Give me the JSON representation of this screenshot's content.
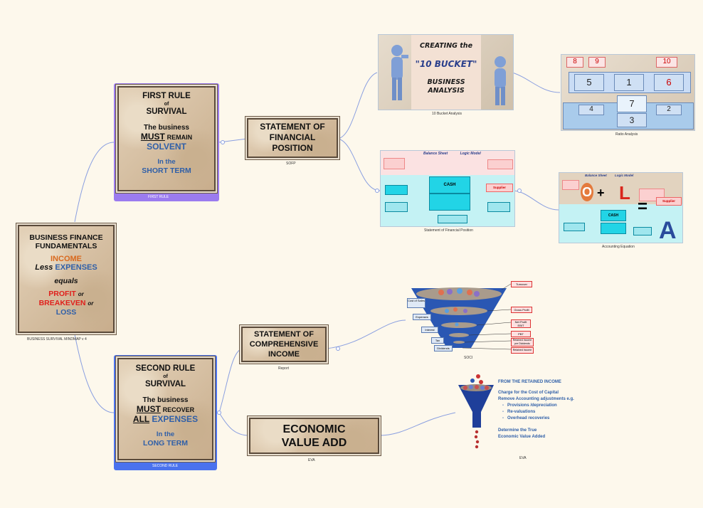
{
  "root": {
    "title1": "BUSINESS FINANCE",
    "title2": "FUNDAMENTALS",
    "income": "INCOME",
    "less": "Less",
    "expenses": "EXPENSES",
    "equals": "equals",
    "profit": "PROFIT",
    "or1": "or",
    "breakeven": "BREAKEVEN",
    "or2": "or",
    "loss": "LOSS",
    "caption": "BUSINESS SURVIVAL MINDMAP  v 4"
  },
  "first_rule": {
    "line1": "FIRST RULE",
    "of": "of",
    "line2": "SURVIVAL",
    "body1": "The business",
    "must": "MUST",
    "remain": "REMAIN",
    "solvent": "SOLVENT",
    "in_the": "In the",
    "term": "SHORT TERM",
    "caption": "FIRST RULE"
  },
  "second_rule": {
    "line1": "SECOND RULE",
    "of": "of",
    "line2": "SURVIVAL",
    "body1": "The business",
    "must": "MUST",
    "recover": "RECOVER",
    "all": "ALL",
    "expenses": "EXPENSES",
    "in_the": "In the",
    "term": "LONG TERM",
    "caption": "SECOND RULE"
  },
  "sofp": {
    "line1": "STATEMENT OF",
    "line2": "FINANCIAL",
    "line3": "POSITION",
    "caption": "SOFP"
  },
  "soci": {
    "line1": "STATEMENT OF",
    "line2": "COMPREHENSIVE",
    "line3": "INCOME",
    "caption": "Report"
  },
  "eva": {
    "line1": "ECONOMIC",
    "line2": "VALUE  ADD",
    "caption": "EVA"
  },
  "bucket_card": {
    "creating": "CREATING the",
    "bucket": "\"10 BUCKET\"",
    "business": "BUSINESS",
    "analysis": "ANALYSIS",
    "caption": "10 Bucket Analysis"
  },
  "ratio_card": {
    "cells": [
      "8",
      "9",
      "10",
      "5",
      "1",
      "6",
      "4",
      "7",
      "2",
      "3"
    ],
    "caption": "Ratio Analysis"
  },
  "sofp_card": {
    "title": "Balance Sheet",
    "subtitle": "Logic Model",
    "cash": "CASH",
    "supplier": "Supplier",
    "caption": "Statement of Financial Position"
  },
  "eq_card": {
    "title": "Balance Sheet",
    "subtitle": "Logic Model",
    "o": "O",
    "plus": "+",
    "l": "L",
    "equals": "=",
    "a": "A",
    "cash": "CASH",
    "supplier": "Supplier",
    "caption": "Accounting Equation"
  },
  "funnel": {
    "left_labels": [
      "Cost of Sales",
      "Expenses",
      "Interest",
      "Tax",
      "Dividends"
    ],
    "right_labels": [
      "Turnover",
      "Gross Profit",
      "Net Profit EBIT",
      "PBT",
      "Retained Income pre Dividends",
      "Retained Income"
    ],
    "caption": "SOCI"
  },
  "eva_card": {
    "heading": "FROM THE RETAINED INCOME",
    "line1": "Charge for the Cost of Capital",
    "line2": "Remove Accounting adjustments e.g.",
    "bullets": [
      "Provisions /depreciation",
      "Re-valuations",
      "Overhead recoveries"
    ],
    "line3": "Determine the True",
    "line4": "Economic Value Added",
    "caption": "EVA"
  },
  "colors": {
    "first_rule_frame": "#9b7bef",
    "second_rule_frame": "#4a72ee",
    "link": "#8a9fe0",
    "blue_text": "#2f5fa8",
    "red_text": "#e0201c",
    "orange_text": "#d9691e"
  }
}
